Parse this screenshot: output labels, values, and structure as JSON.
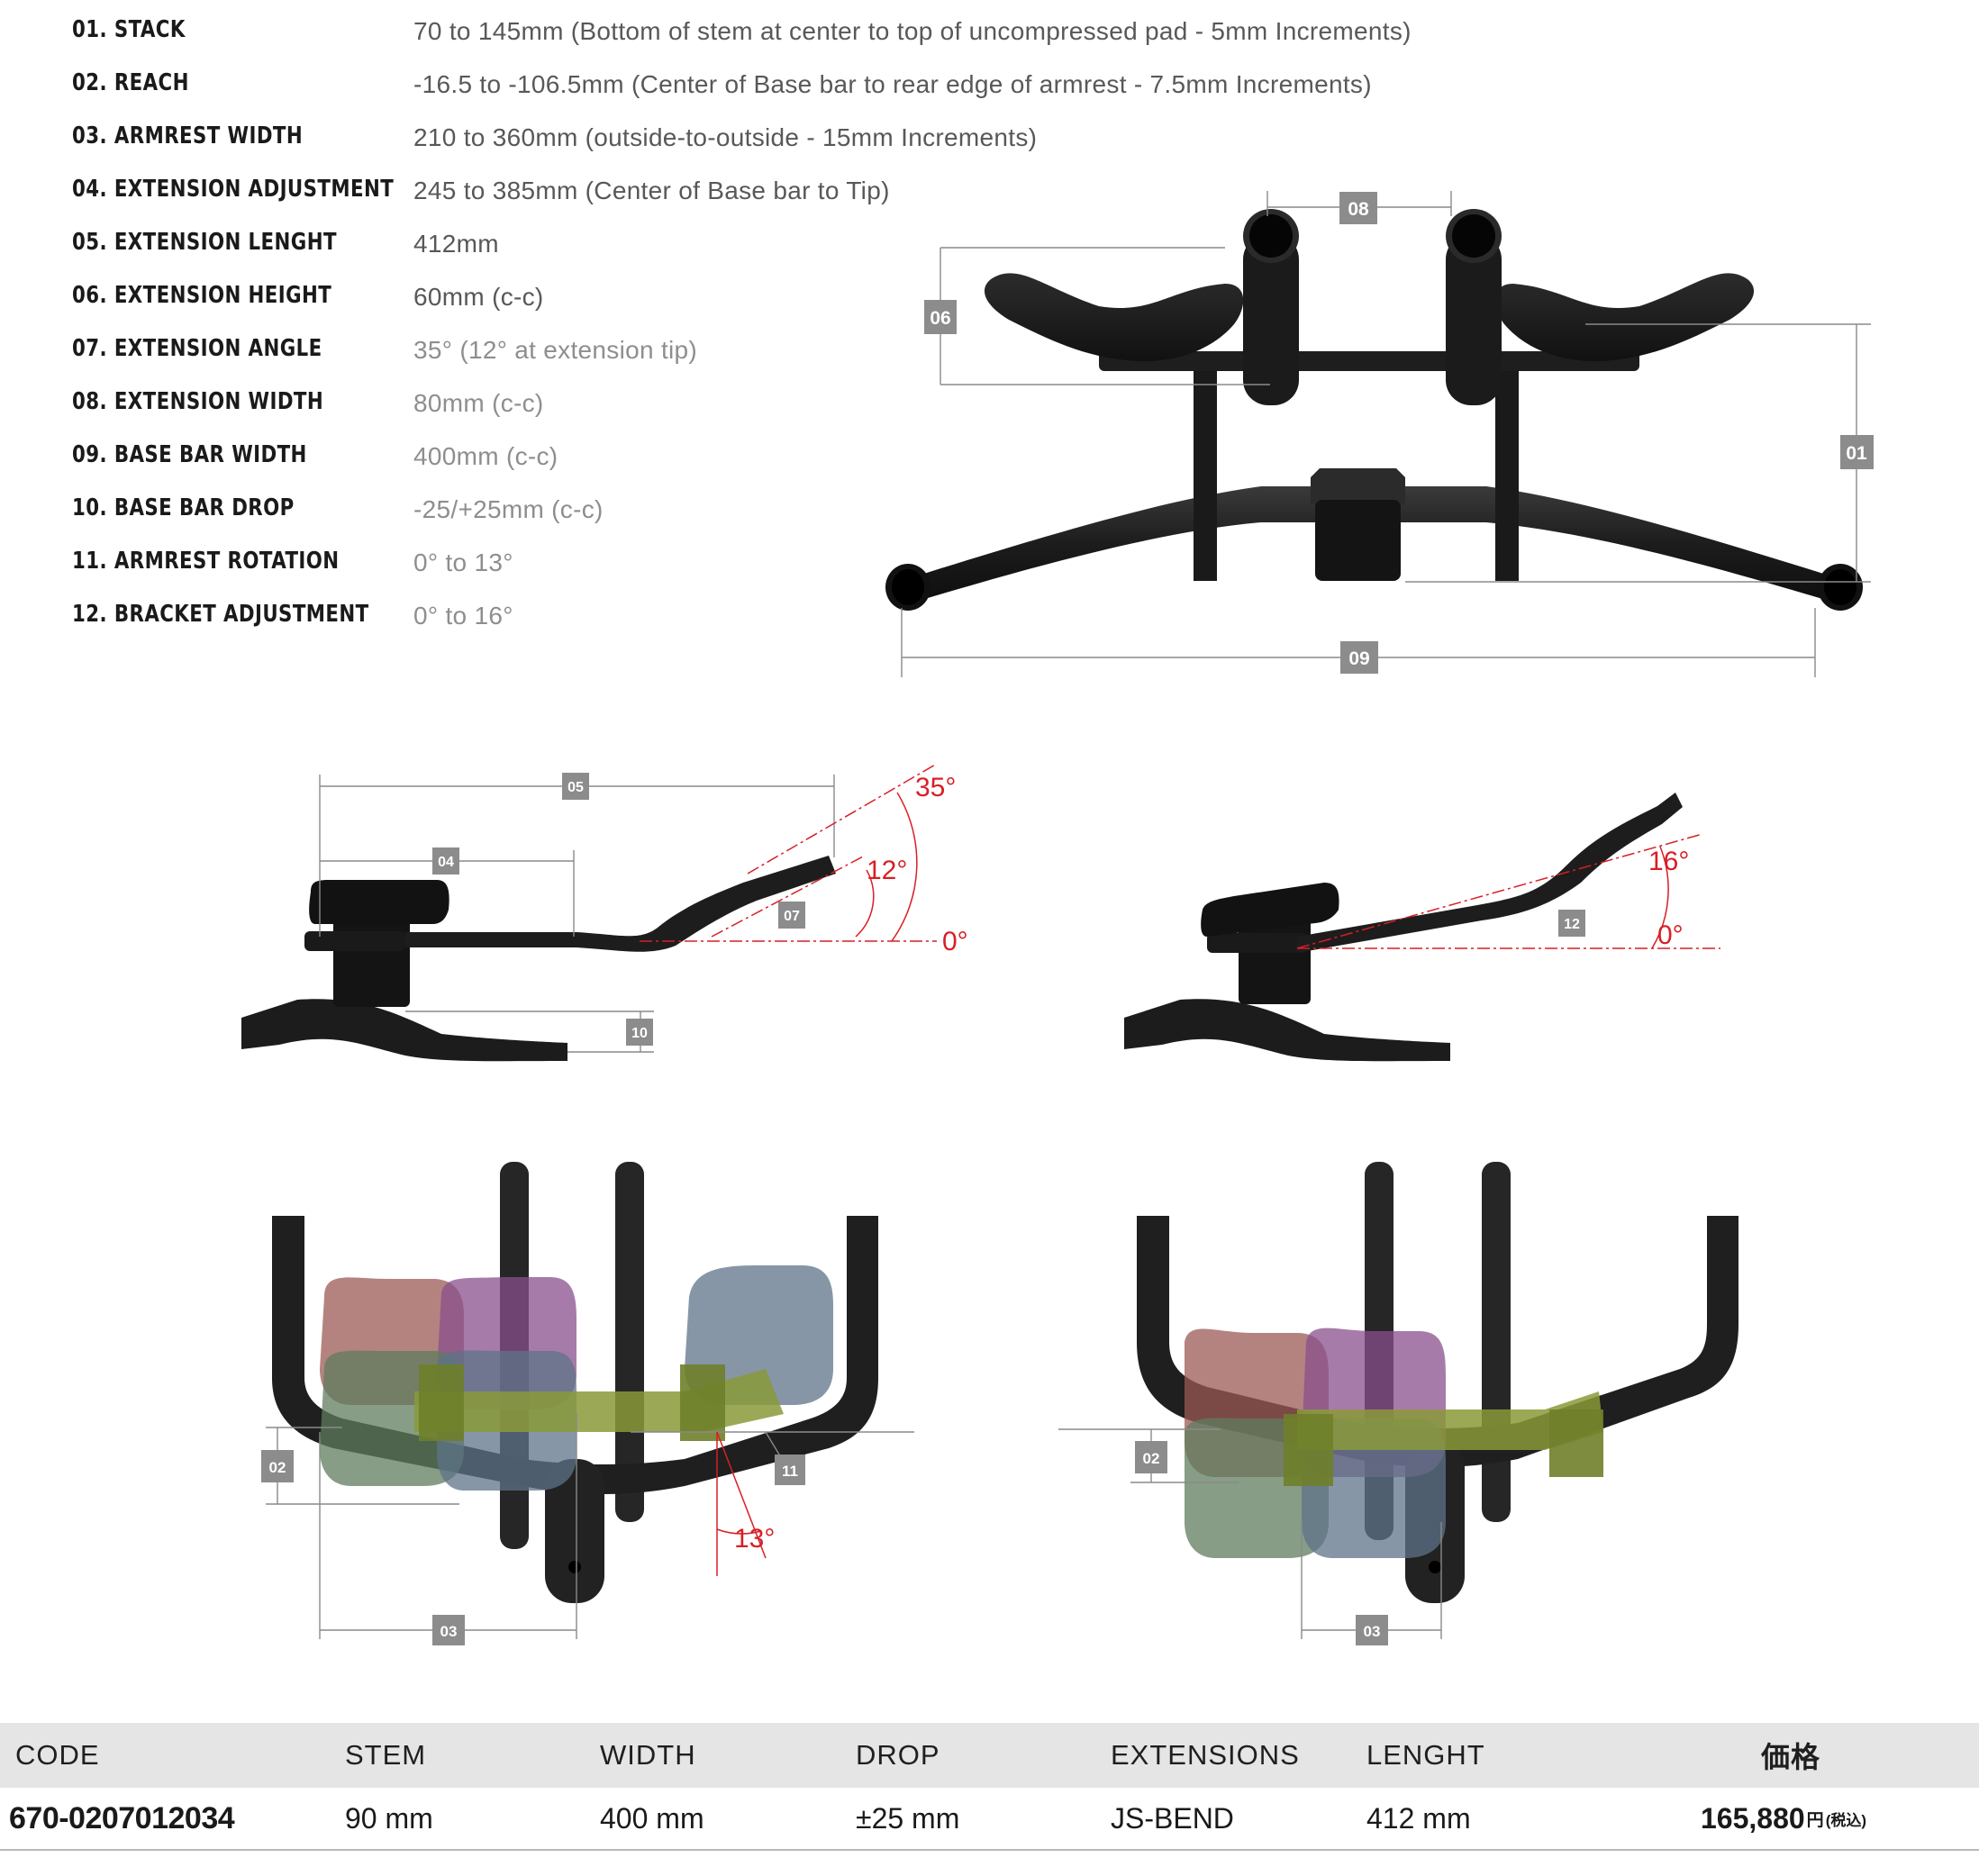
{
  "specs": [
    {
      "label": "01. STACK",
      "value": "70 to 145mm (Bottom of stem at center to top of  uncompressed pad - 5mm Increments)"
    },
    {
      "label": "02. REACH",
      "value": "-16.5 to -106.5mm (Center of Base bar to rear edge of armrest - 7.5mm Increments)"
    },
    {
      "label": "03. ARMREST WIDTH",
      "value": "210 to 360mm (outside-to-outside - 15mm Increments)"
    },
    {
      "label": "04. EXTENSION ADJUSTMENT",
      "value": "245 to 385mm (Center of Base bar to Tip)"
    },
    {
      "label": "05. EXTENSION LENGHT",
      "value": "412mm"
    },
    {
      "label": "06. EXTENSION HEIGHT",
      "value": "60mm (c-c)"
    },
    {
      "label": "07. EXTENSION ANGLE",
      "value": "35° (12° at extension tip)"
    },
    {
      "label": "08. EXTENSION WIDTH",
      "value": "80mm (c-c)"
    },
    {
      "label": "09. BASE BAR WIDTH",
      "value": "400mm (c-c)"
    },
    {
      "label": "10. BASE BAR DROP",
      "value": "-25/+25mm (c-c)"
    },
    {
      "label": "11. ARMREST ROTATION",
      "value": "0° to 13°"
    },
    {
      "label": "12. BRACKET ADJUSTMENT",
      "value": "0° to 16°"
    }
  ],
  "diagram_tags": {
    "front": [
      "08",
      "06",
      "01",
      "09"
    ],
    "side_left": [
      "05",
      "04",
      "07",
      "10"
    ],
    "side_right": [
      "12"
    ],
    "top_left": [
      "02",
      "11",
      "03"
    ],
    "top_right": [
      "02",
      "03"
    ]
  },
  "angles": {
    "side_left": [
      "35°",
      "12°",
      "0°"
    ],
    "side_right": [
      "16°",
      "0°"
    ],
    "top_left": [
      "13°"
    ]
  },
  "armrest_colors": {
    "red": "#9c5a54",
    "purple": "#8a4f8c",
    "green": "#5f7c5e",
    "blue": "#5d7388",
    "bracket": "#8a9a3a"
  },
  "table": {
    "headers": {
      "code": "CODE",
      "stem": "STEM",
      "width": "WIDTH",
      "drop": "DROP",
      "extensions": "EXTENSIONS",
      "length": "LENGHT",
      "price": "価格"
    },
    "row": {
      "code": "670-0207012034",
      "stem": "90 mm",
      "width": "400 mm",
      "drop": "±25 mm",
      "extensions": "JS-BEND",
      "length": "412 mm",
      "price": "165,880",
      "price_unit": "円",
      "tax_note": "(税込)"
    }
  }
}
